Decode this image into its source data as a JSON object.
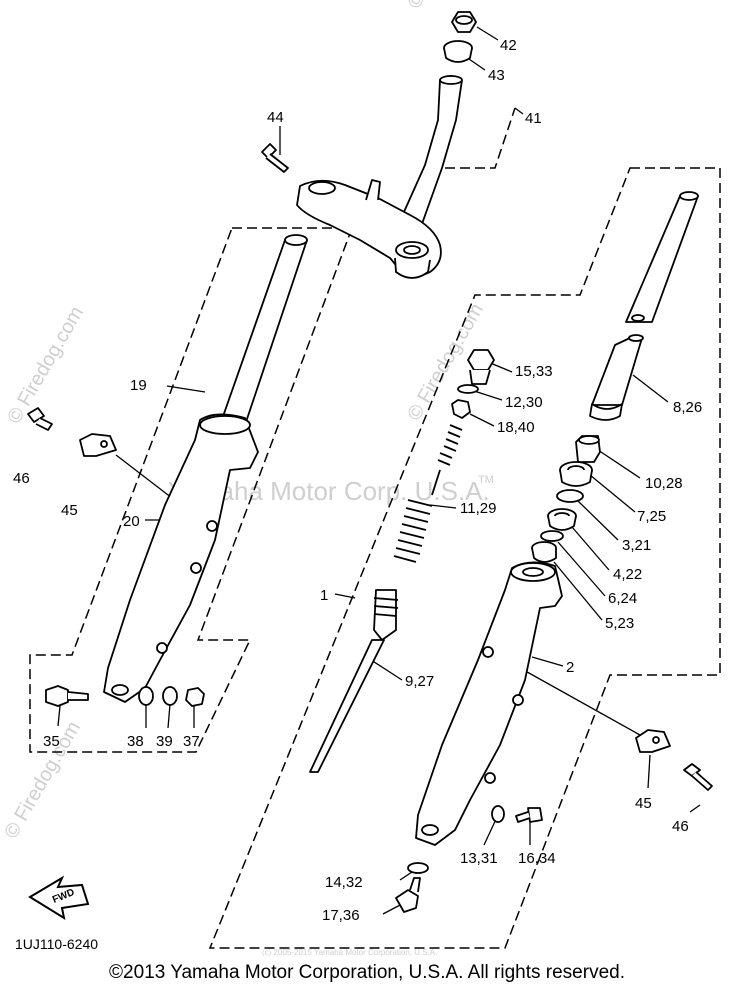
{
  "watermarks": {
    "center": "Yamaha Motor Corp. U.S.A.",
    "tm": "TM",
    "side": "© Firedog.com",
    "small_copyright": "(c) 2005-2015 Yamaha Motor Corporation, U.S.A."
  },
  "labels": {
    "p42": "42",
    "p43": "43",
    "p41": "41",
    "p44": "44",
    "p19": "19",
    "p46a": "46",
    "p45a": "45",
    "p20": "20",
    "p35": "35",
    "p38": "38",
    "p39": "39",
    "p37": "37",
    "p15_33": "15,33",
    "p12_30": "12,30",
    "p18_40": "18,40",
    "p11_29": "11,29",
    "p1": "1",
    "p9_27": "9,27",
    "p8_26": "8,26",
    "p10_28": "10,28",
    "p7_25": "7,25",
    "p3_21": "3,21",
    "p4_22": "4,22",
    "p6_24": "6,24",
    "p5_23": "5,23",
    "p2": "2",
    "p45b": "45",
    "p46b": "46",
    "p13_31": "13,31",
    "p16_34": "16,34",
    "p14_32": "14,32",
    "p17_36": "17,36"
  },
  "fwd_label": "FWD",
  "diagram_code": "1UJ110-6240",
  "copyright": "©2013 Yamaha Motor Corporation, U.S.A. All rights reserved."
}
